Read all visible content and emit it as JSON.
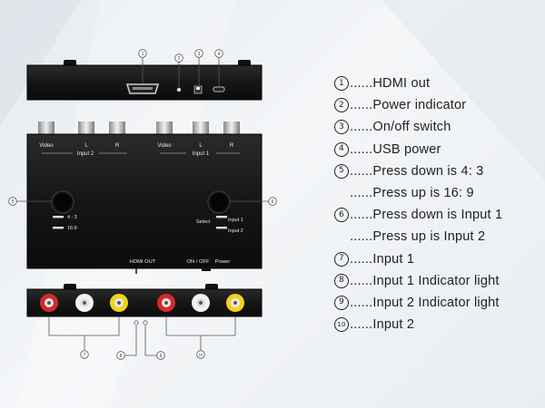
{
  "device": {
    "top": {
      "hdmi_icon": "hdmi-port-icon"
    },
    "middle": {
      "jack_labels": [
        "Video",
        "L",
        "R",
        "Video",
        "L",
        "R"
      ],
      "input2_label": "Input 2",
      "input1_label": "Input 1",
      "aspect_options": [
        "4 : 3",
        "16:9"
      ],
      "select_label": "Select",
      "input_options": [
        "Input 1",
        "Input 2"
      ],
      "hdmi_out_label": "HDMI OUT",
      "onoff_label": "ON / OFF",
      "power_label": "Power"
    },
    "bottom": {
      "jack_colors": [
        "#d62a2a",
        "#f2f2f2",
        "#f2d21e",
        "#d62a2a",
        "#f2f2f2",
        "#f2d21e"
      ]
    },
    "callouts": {
      "top": [
        "1",
        "2",
        "3",
        "4"
      ],
      "middle_left": "5",
      "middle_right": "6",
      "bottom": [
        "7",
        "8",
        "9",
        "10"
      ]
    }
  },
  "legend": [
    {
      "num": "1",
      "dots": "......",
      "text": "HDMI out"
    },
    {
      "num": "2",
      "dots": "......",
      "text": "Power indicator"
    },
    {
      "num": "3",
      "dots": "......",
      "text": "On/off switch"
    },
    {
      "num": "4",
      "dots": "......",
      "text": "USB power"
    },
    {
      "num": "5",
      "dots": "......",
      "text": "Press down is 4: 3"
    },
    {
      "num": "",
      "dots": "......",
      "text": "Press up is 16: 9"
    },
    {
      "num": "6",
      "dots": "......",
      "text": "Press down is Input 1"
    },
    {
      "num": "",
      "dots": "......",
      "text": "Press up is Input 2"
    },
    {
      "num": "7",
      "dots": "......",
      "text": "Input 1"
    },
    {
      "num": "8",
      "dots": "......",
      "text": "Input 1 Indicator light"
    },
    {
      "num": "9",
      "dots": "......",
      "text": "Input 2 Indicator light"
    },
    {
      "num": "10",
      "dots": "......",
      "text": "Input 2"
    }
  ]
}
